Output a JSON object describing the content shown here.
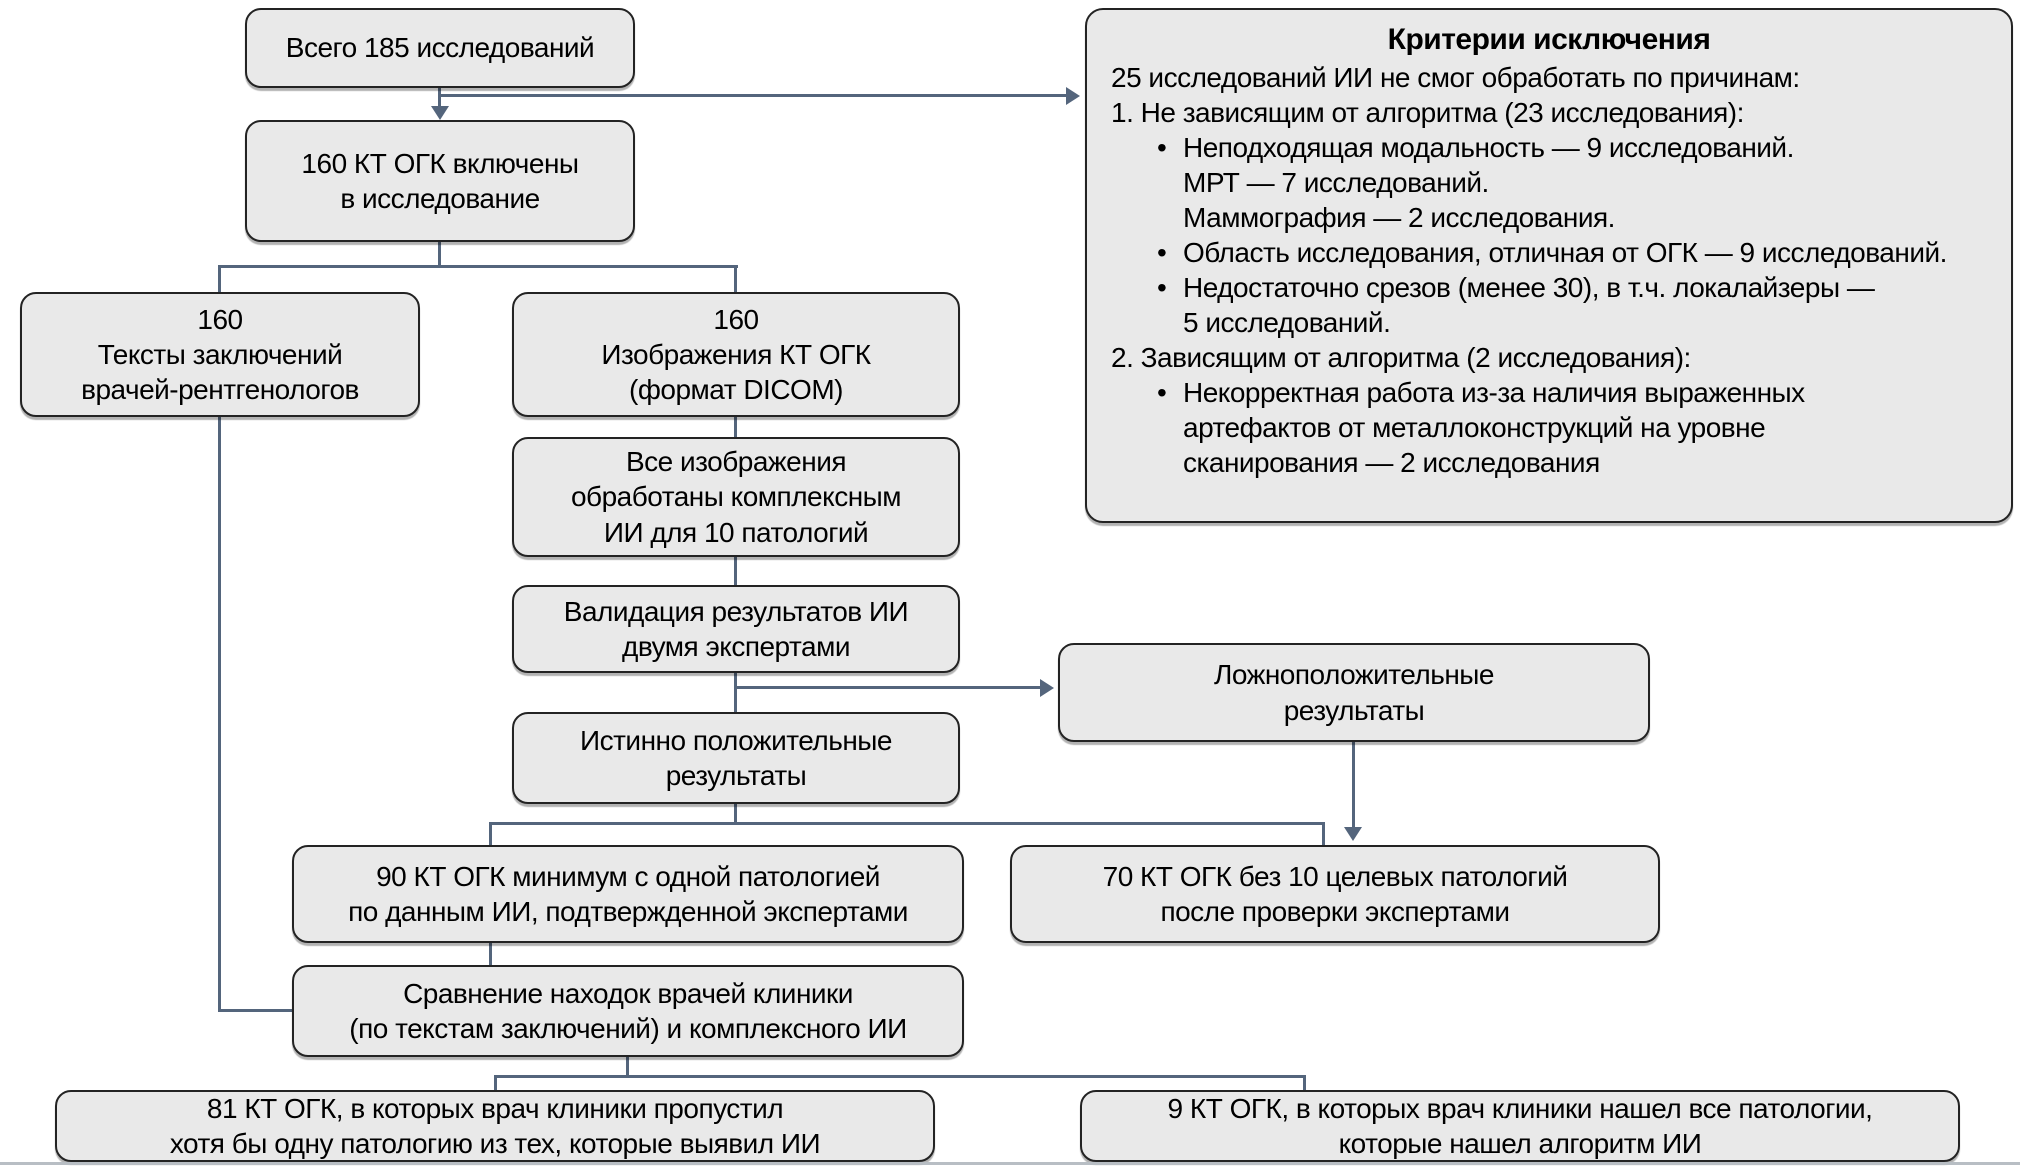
{
  "title": "Блок-схема отбора КТ ОГК исследований",
  "colors": {
    "box_fill": "#e9e9e9",
    "box_border": "#232323",
    "connector": "#54657c",
    "page_rule": "#b8bec4"
  },
  "nodes": {
    "total": {
      "lines": [
        "Всего 185 исследований"
      ]
    },
    "included": {
      "lines": [
        "160 КТ ОГК включены",
        "в исследование"
      ]
    },
    "reports": {
      "lines": [
        "160",
        "Тексты заключений",
        "врачей-рентгенологов"
      ]
    },
    "images": {
      "lines": [
        "160",
        "Изображения КТ ОГК",
        "(формат DICOM)"
      ]
    },
    "processed": {
      "lines": [
        "Все изображения",
        "обработаны комплексным",
        "ИИ для 10 патологий"
      ]
    },
    "validation": {
      "lines": [
        "Валидация результатов ИИ",
        "двумя экспертами"
      ]
    },
    "truepos": {
      "lines": [
        "Истинно положительные",
        "результаты"
      ]
    },
    "falsepos": {
      "lines": [
        "Ложноположительные",
        "результаты"
      ]
    },
    "ninety": {
      "lines": [
        "90 КТ ОГК минимум с одной патологией",
        "по данным ИИ, подтвержденной экспертами"
      ]
    },
    "seventy": {
      "lines": [
        "70 КТ ОГК без 10 целевых патологий",
        "после проверки экспертами"
      ]
    },
    "comparison": {
      "lines": [
        "Сравнение находок врачей клиники",
        "(по текстам заключений) и комплексного ИИ"
      ]
    },
    "missed": {
      "lines": [
        "81 КТ ОГК, в которых врач клиники пропустил",
        "хотя бы одну патологию из тех, которые выявил ИИ"
      ]
    },
    "found": {
      "lines": [
        "9 КТ ОГК, в которых врач клиники нашел все патологии,",
        "которые нашел алгоритм ИИ"
      ]
    }
  },
  "exclusion": {
    "title": "Критерии исключения",
    "intro": "25 исследований ИИ не смог обработать по причинам:",
    "group1": "1. Не зависящим от алгоритма (23 исследования):",
    "g1_b1": "Неподходящая модальность — 9 исследований.",
    "g1_b1_c1": "МРТ — 7 исследований.",
    "g1_b1_c2": "Маммография — 2 исследования.",
    "g1_b2": "Область исследования, отличная от ОГК — 9 исследований.",
    "g1_b3": "Недостаточно срезов (менее 30), в т.ч. локалайзеры —",
    "g1_b3_c1": "5 исследований.",
    "group2": "2. Зависящим от алгоритма (2 исследования):",
    "g2_b1": "Некорректная работа из-за наличия выраженных",
    "g2_b1_c1": "артефактов от металлоконструкций на уровне",
    "g2_b1_c2": "сканирования — 2 исследования"
  }
}
